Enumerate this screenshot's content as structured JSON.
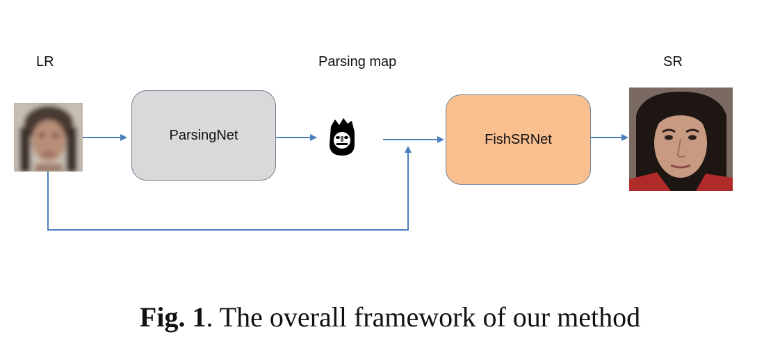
{
  "labels": {
    "lr": "LR",
    "parsing_map": "Parsing map",
    "sr": "SR"
  },
  "blocks": {
    "parsing_net": "ParsingNet",
    "fish_srnet": "FishSRNet"
  },
  "caption": {
    "prefix": "Fig. 1",
    "text": ". The overall framework of our method"
  },
  "colors": {
    "arrow": "#4a7ebb",
    "parsing_net_fill": "#d9d9d9",
    "fish_srnet_fill": "#f9bf8f"
  }
}
